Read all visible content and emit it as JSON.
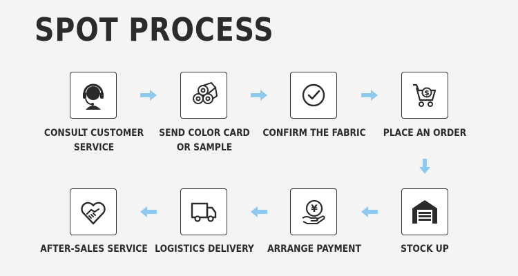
{
  "title": "SPOT PROCESS",
  "accent_color": "#8ec9f2",
  "steps": [
    {
      "label": "CONSULT CUSTOMER SERVICE",
      "icon": "headset-icon"
    },
    {
      "label": "SEND COLOR CARD OR SAMPLE",
      "icon": "fabric-rolls-icon"
    },
    {
      "label": "CONFIRM THE FABRIC",
      "icon": "checkmark-circle-icon"
    },
    {
      "label": "PLACE AN ORDER",
      "icon": "shopping-cart-dollar-icon"
    },
    {
      "label": "STOCK UP",
      "icon": "warehouse-icon"
    },
    {
      "label": "ARRANGE PAYMENT",
      "icon": "yen-coin-hand-icon"
    },
    {
      "label": "LOGISTICS DELIVERY",
      "icon": "delivery-truck-icon"
    },
    {
      "label": "AFTER-SALES SERVICE",
      "icon": "handshake-heart-icon"
    }
  ],
  "labels_display": {
    "s0": [
      "CONSULT CUSTOMER",
      "SERVICE"
    ],
    "s1": [
      "SEND COLOR CARD",
      "OR SAMPLE"
    ]
  }
}
